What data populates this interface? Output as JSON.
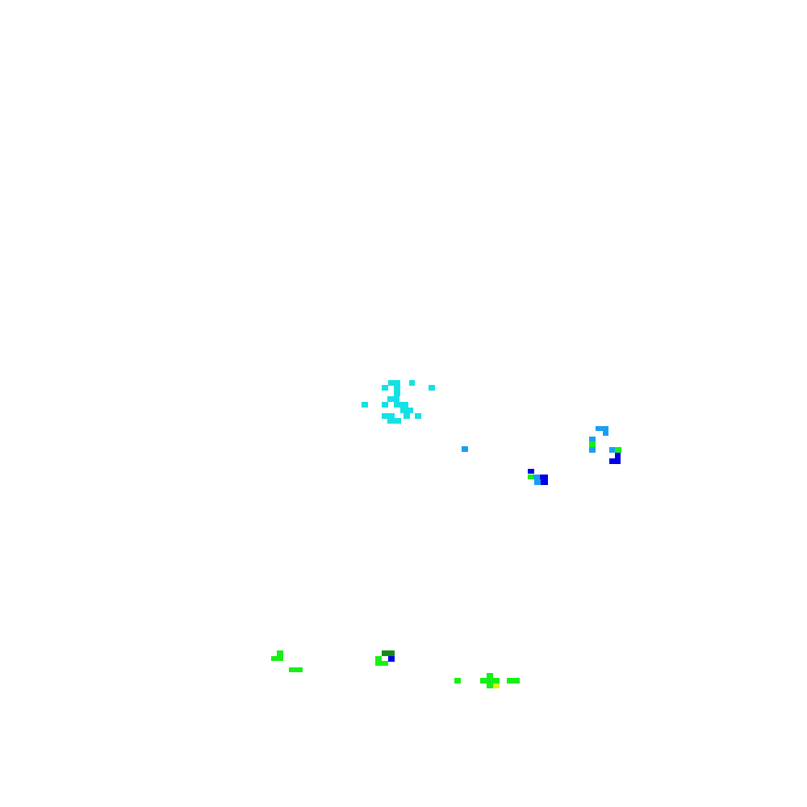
{
  "background_color": "#ffffff",
  "palette": {
    "cyan": "#14e1e6",
    "sky_blue": "#1a9ff0",
    "deep_blue": "#0000e6",
    "green": "#16f016",
    "dark_green": "#168c16",
    "yellow": "#e6f016"
  },
  "pixel_clusters": [
    {
      "name": "cyan-cluster",
      "color": "cyan"
    },
    {
      "name": "sky-blue-dot",
      "color": "sky_blue"
    },
    {
      "name": "blue-cluster-right",
      "color": "sky_blue"
    },
    {
      "name": "blue-cluster-middle",
      "color": "deep_blue"
    },
    {
      "name": "green-cluster-left",
      "color": "green"
    },
    {
      "name": "green-cluster-center",
      "color": "dark_green"
    },
    {
      "name": "green-cluster-right",
      "color": "green"
    }
  ]
}
